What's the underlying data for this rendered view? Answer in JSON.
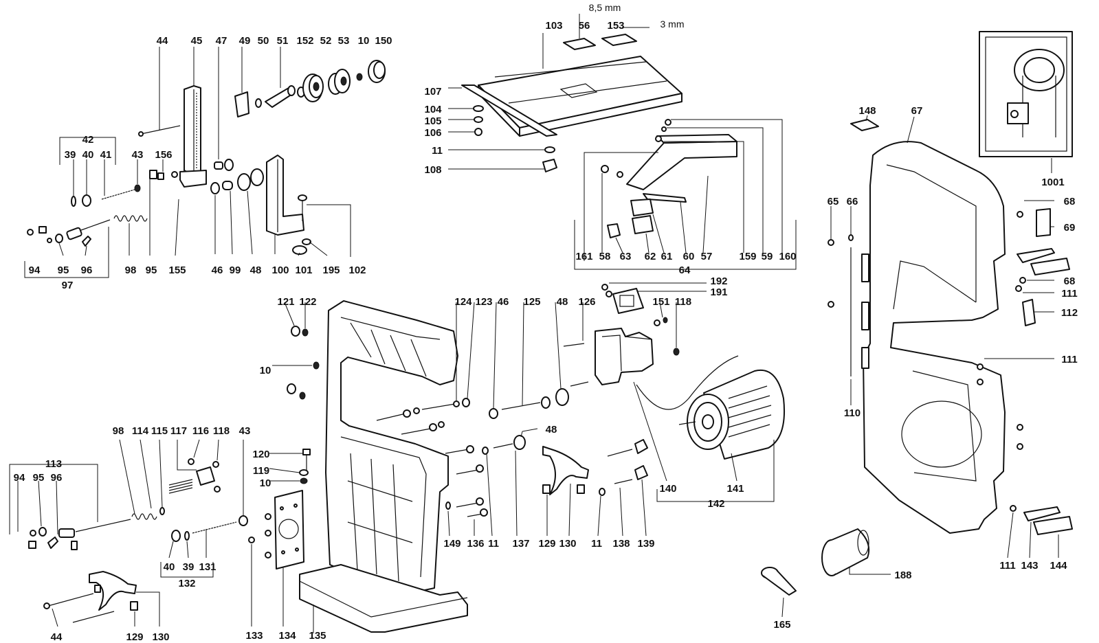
{
  "labels": {
    "l44a": "44",
    "l45": "45",
    "l47": "47",
    "l49": "49",
    "l50": "50",
    "l51": "51",
    "l152": "152",
    "l52": "52",
    "l53": "53",
    "l10a": "10",
    "l150": "150",
    "l42": "42",
    "l39a": "39",
    "l40a": "40",
    "l41": "41",
    "l43a": "43",
    "l156": "156",
    "l94a": "94",
    "l95a": "95",
    "l96a": "96",
    "l98a": "98",
    "l95b": "95",
    "l155": "155",
    "l46a": "46",
    "l99": "99",
    "l48a": "48",
    "l100": "100",
    "l101": "101",
    "l195": "195",
    "l102": "102",
    "l97": "97",
    "l103": "103",
    "l56": "56",
    "l153": "153",
    "l107": "107",
    "l104": "104",
    "l105": "105",
    "l106": "106",
    "l11a": "11",
    "l108": "108",
    "l161": "161",
    "l58": "58",
    "l63": "63",
    "l62": "62",
    "l61": "61",
    "l60": "60",
    "l57": "57",
    "l159": "159",
    "l59": "59",
    "l160": "160",
    "l64": "64",
    "l148": "148",
    "l67": "67",
    "l1001": "1001",
    "l65": "65",
    "l66": "66",
    "l68a": "68",
    "l69": "69",
    "l68b": "68",
    "l111a": "111",
    "l112": "112",
    "l111b": "111",
    "l110": "110",
    "l111c": "111",
    "l143": "143",
    "l144": "144",
    "l188": "188",
    "l165": "165",
    "l121": "121",
    "l122": "122",
    "l10b": "10",
    "l124": "124",
    "l123": "123",
    "l46b": "46",
    "l125": "125",
    "l48b": "48",
    "l126": "126",
    "l192": "192",
    "l191": "191",
    "l151": "151",
    "l118a": "118",
    "l48c": "48",
    "l120": "120",
    "l119": "119",
    "l10c": "10",
    "l149": "149",
    "l136": "136",
    "l11b": "11",
    "l137": "137",
    "l129a": "129",
    "l130a": "130",
    "l11c": "11",
    "l138": "138",
    "l139": "139",
    "l140": "140",
    "l141": "141",
    "l142": "142",
    "l98b": "98",
    "l114": "114",
    "l115": "115",
    "l117": "117",
    "l116": "116",
    "l118b": "118",
    "l43b": "43",
    "l113": "113",
    "l94b": "94",
    "l95c": "95",
    "l96b": "96",
    "l40b": "40",
    "l39b": "39",
    "l131": "131",
    "l132": "132",
    "l133": "133",
    "l134": "134",
    "l135": "135",
    "l44b": "44",
    "l129b": "129",
    "l130b": "130"
  },
  "dimensions": {
    "d85": "8,5 mm",
    "d3": "3 mm"
  }
}
